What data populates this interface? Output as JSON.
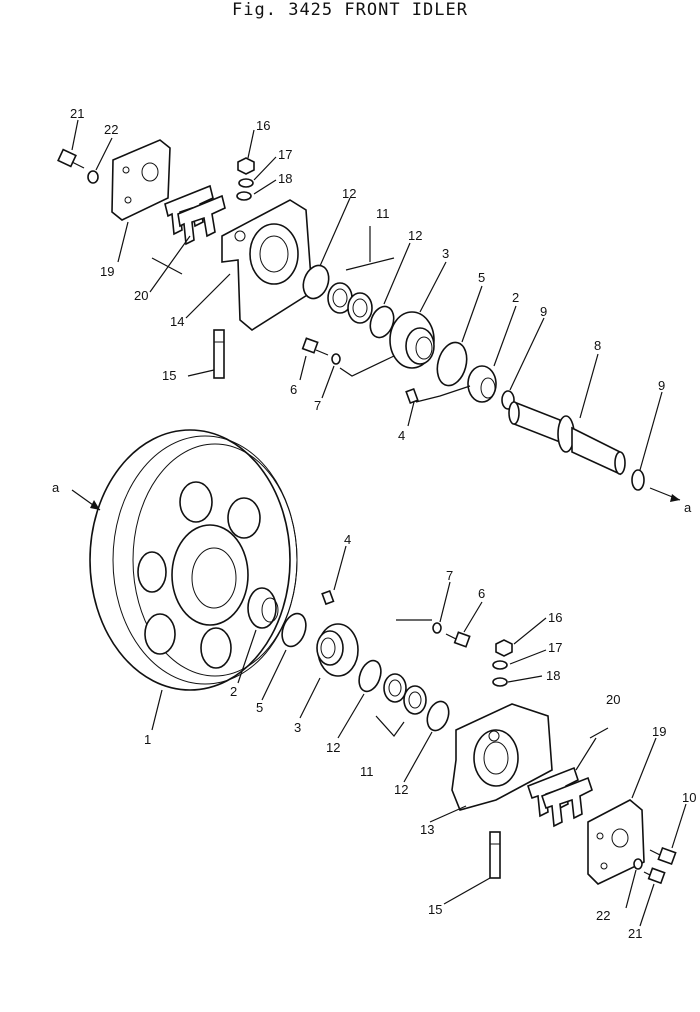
{
  "figure": {
    "title": "Fig. 3425 FRONT IDLER"
  },
  "callouts": {
    "c21a": "21",
    "c22a": "22",
    "c16a": "16",
    "c17a": "17",
    "c18a": "18",
    "c12a": "12",
    "c11a": "11",
    "c12b": "12",
    "c3a": "3",
    "c5a": "5",
    "c2a": "2",
    "c9a": "9",
    "c8": "8",
    "c9b": "9",
    "c19a": "19",
    "c20a": "20",
    "c14": "14",
    "c15a": "15",
    "c6a": "6",
    "c7a": "7",
    "c4a": "4",
    "ca1": "a",
    "ca2": "a",
    "c4b": "4",
    "c7b": "7",
    "c6b": "6",
    "c16b": "16",
    "c17b": "17",
    "c18b": "18",
    "c1": "1",
    "c2b": "2",
    "c5b": "5",
    "c3b": "3",
    "c12c": "12",
    "c11b": "11",
    "c12d": "12",
    "c20b": "20",
    "c19b": "19",
    "c10": "10",
    "c13": "13",
    "c15b": "15",
    "c22b": "22",
    "c21b": "21"
  }
}
